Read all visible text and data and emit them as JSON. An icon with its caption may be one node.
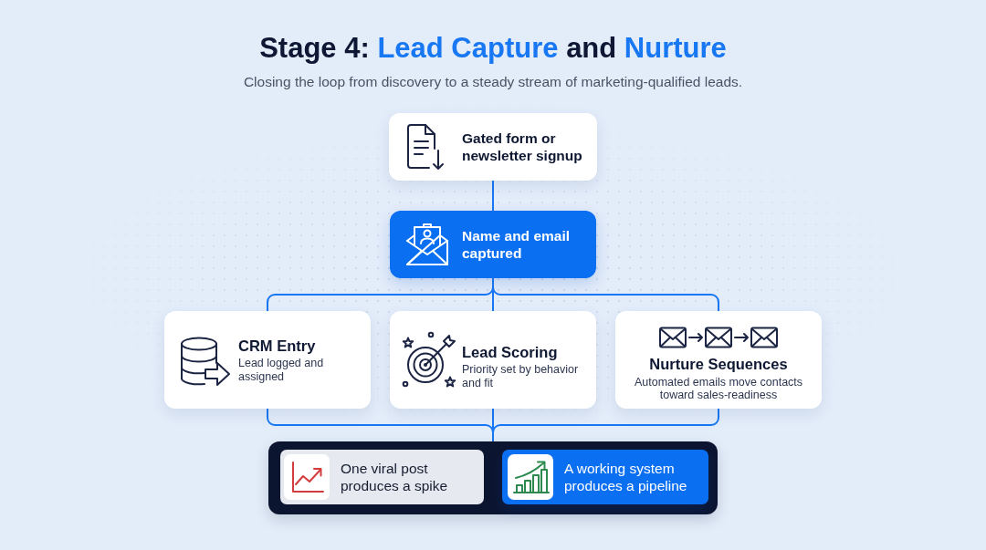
{
  "diagram": {
    "title": "Stage 4: **Lead Capture** and **Nurture**",
    "nodes": [
      {
        "text": [
          "Gated form or newsletter signup"
        ]
      },
      {
        "text": [
          "Name and email captured"
        ]
      },
      {
        "text": [
          "CRM Entry",
          "Lead logged and assigned"
        ]
      },
      {
        "text": [
          "Lead Scoring",
          "Priority set by behavior and fit"
        ]
      },
      {
        "text": [
          "Nurture Sequences",
          "Automated emails move contacts toward sales-readiness"
        ]
      },
      {
        "text": [],
        "shape": "box"
      },
      {
        "text": [
          "One viral post produces a spike"
        ],
        "in": 5
      },
      {
        "text": [
          "A working system produces a pipeline"
        ],
        "in": 5
      }
    ],
    "edges": [
      {
        "from": 0,
        "to": 1,
        "arrow": "none"
      },
      {
        "from": 1,
        "to": 2,
        "arrow": "none"
      },
      {
        "from": 1,
        "to": 3,
        "arrow": "none"
      },
      {
        "from": 1,
        "to": 4,
        "arrow": "none"
      },
      {
        "from": 2,
        "to": 5,
        "arrow": "none"
      },
      {
        "from": 3,
        "to": 5,
        "arrow": "none"
      },
      {
        "from": 4,
        "to": 5,
        "arrow": "none"
      }
    ],
    "labels": [
      "Closing the loop from discovery to a steady stream of marketing-qualified leads."
    ]
  }
}
